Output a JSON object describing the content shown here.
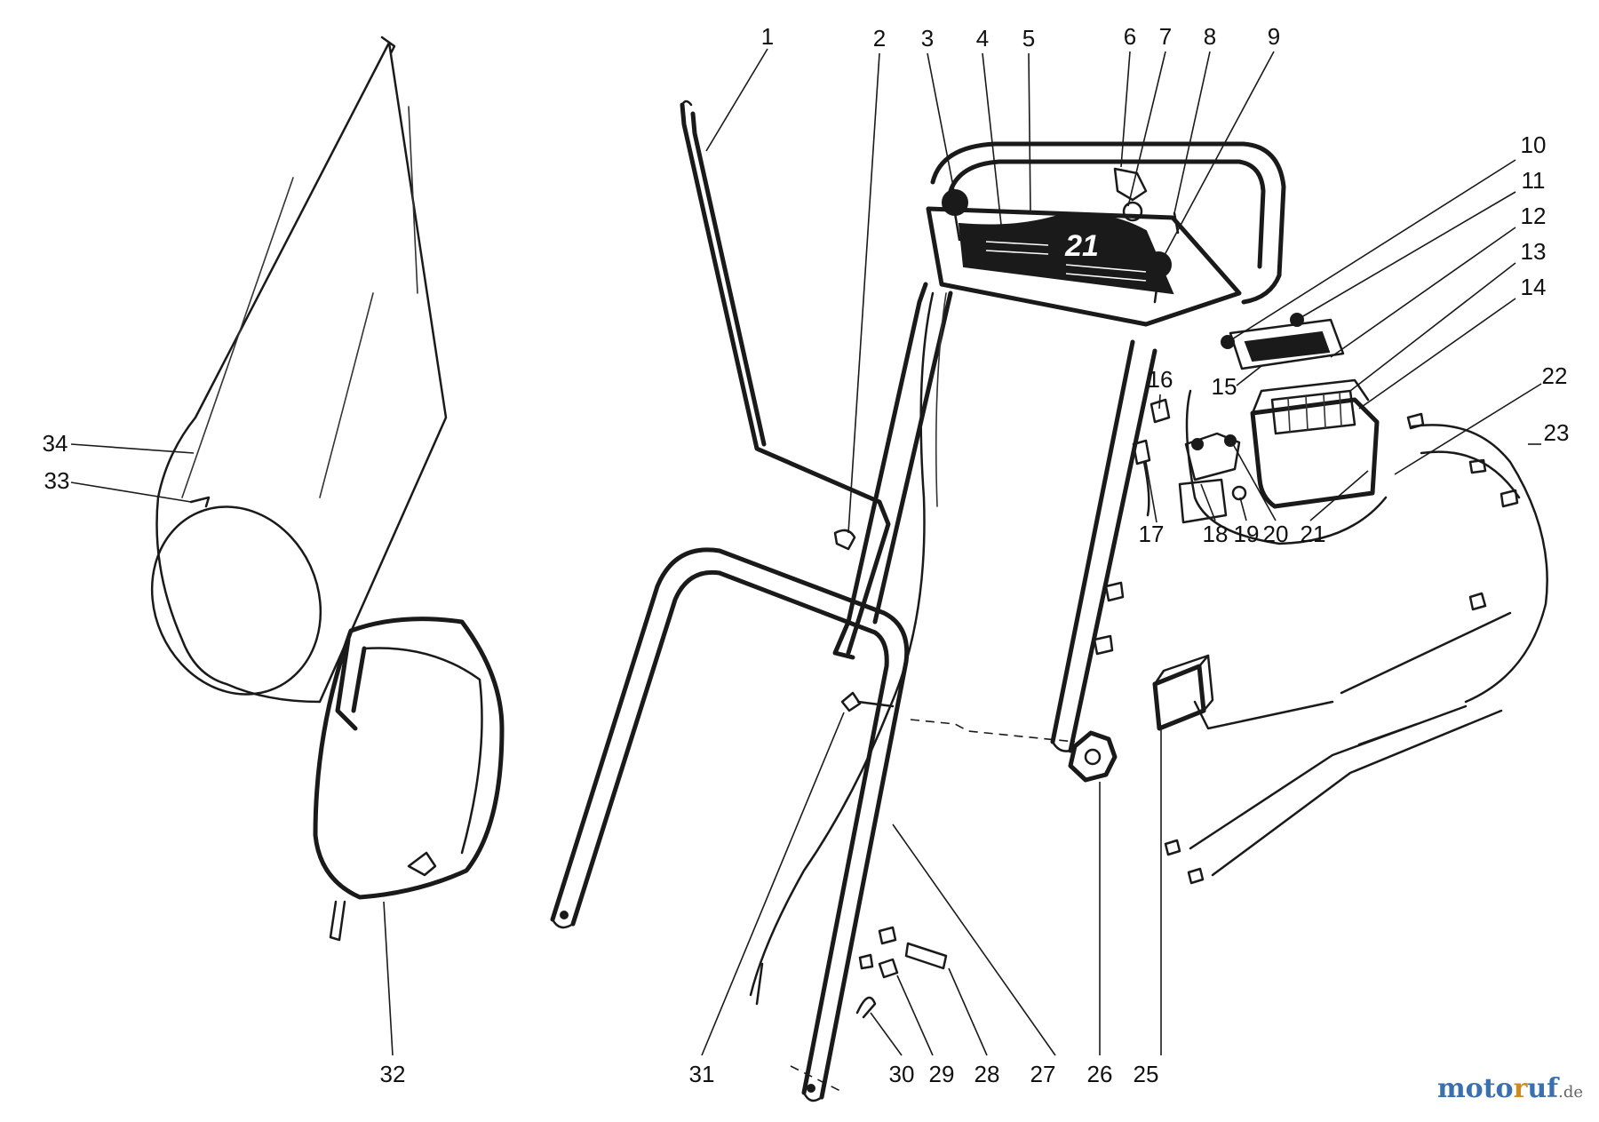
{
  "diagram": {
    "badge_text": "21",
    "callouts": {
      "p1": "1",
      "p2": "2",
      "p3": "3",
      "p4": "4",
      "p5": "5",
      "p6": "6",
      "p7": "7",
      "p8": "8",
      "p9": "9",
      "p10": "10",
      "p11": "11",
      "p12": "12",
      "p13": "13",
      "p14": "14",
      "p15": "15",
      "p16": "16",
      "p17": "17",
      "p18": "18",
      "p19": "19",
      "p20": "20",
      "p21": "21",
      "p22": "22",
      "p23": "23",
      "p25": "25",
      "p26": "26",
      "p27": "27",
      "p28": "28",
      "p29": "29",
      "p30": "30",
      "p31": "31",
      "p32": "32",
      "p33": "33",
      "p34": "34"
    }
  },
  "watermark": {
    "part1": "moto",
    "part2": "r",
    "part3": "uf",
    "part4": ".de"
  },
  "colors": {
    "line": "#1a1a1a",
    "background": "#ffffff",
    "watermark_blue": "#3a6fb0",
    "watermark_orange": "#d08a1f"
  }
}
